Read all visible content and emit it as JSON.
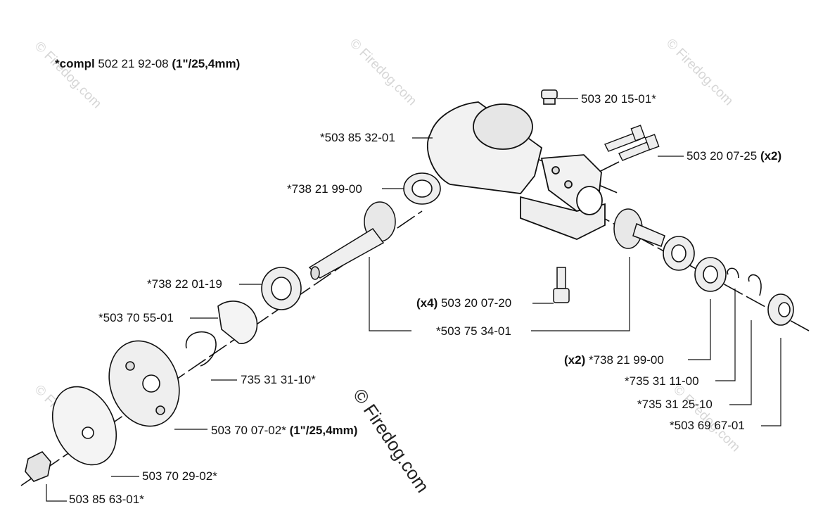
{
  "title": {
    "prefix": "*compl",
    "number": "502 21 92-08",
    "suffix": "(1\"/25,4mm)"
  },
  "watermark": "© Firedog.com",
  "labels": {
    "p503201501": "503 20 15-01*",
    "p503853201": "*503 85 32-01",
    "p503200725": "503 20 07-25",
    "p503200725_qty": "(x2)",
    "p738219900a": "*738 21 99-00",
    "p738220119": "*738 22 01-19",
    "p503705501": "*503 70 55-01",
    "p503200720_qty": "(x4)",
    "p503200720": "503 20 07-20",
    "p503753401": "*503 75 34-01",
    "p735313110": "735 31 31-10*",
    "p738219900b_qty": "(x2)",
    "p738219900b": "*738 21 99-00",
    "p735311100": "*735 31 11-00",
    "p735312510": "*735 31 25-10",
    "p503696701": "*503 69 67-01",
    "p503700702": "503 70 07-02*",
    "p503700702_size": "(1\"/25,4mm)",
    "p503702902": "503 70 29-02*",
    "p503856301": "503 85 63-01*"
  },
  "colors": {
    "line": "#111111",
    "part_fill": "#f2f2f2",
    "part_shade": "#d9d9d9",
    "watermark": "#d6d6d6"
  }
}
